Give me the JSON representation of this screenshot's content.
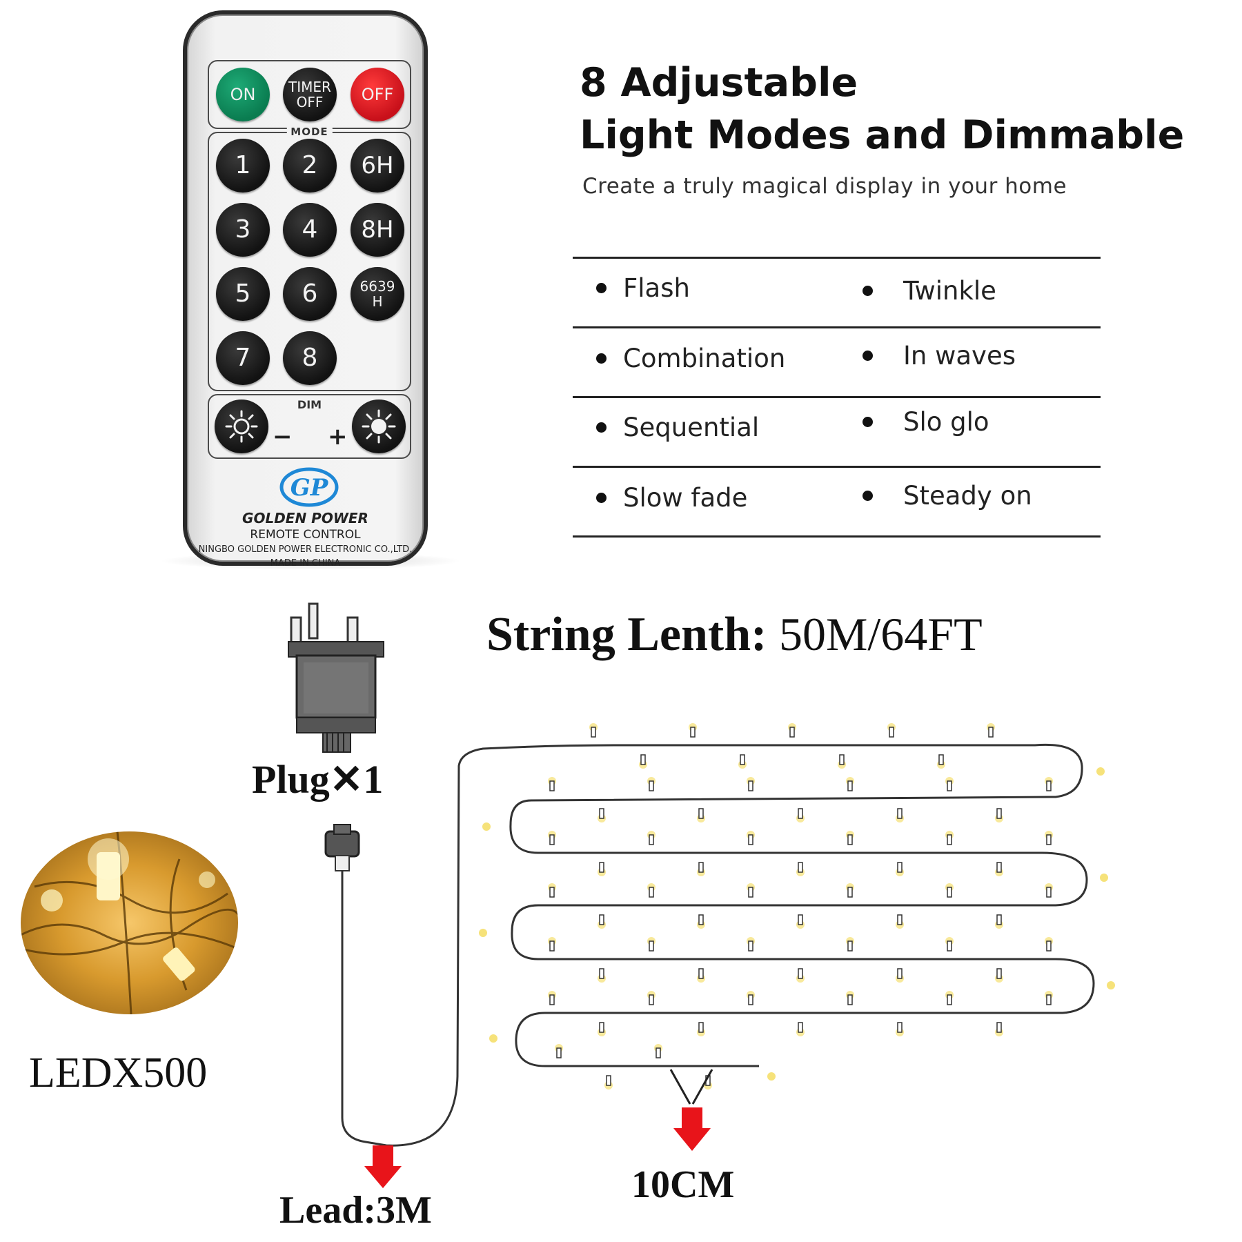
{
  "remote": {
    "top_buttons": [
      {
        "label": "ON",
        "color": "#0f8f5f"
      },
      {
        "label_line1": "TIMER",
        "label_line2": "OFF"
      },
      {
        "label": "OFF",
        "color": "#e01b24"
      }
    ],
    "mode_label": "MODE",
    "mode_buttons": [
      "1",
      "2",
      "3",
      "4",
      "5",
      "6",
      "7",
      "8"
    ],
    "timer_buttons": [
      {
        "label": "6H"
      },
      {
        "label": "8H"
      },
      {
        "label_line1": "6639",
        "label_line2": "H"
      }
    ],
    "dim_label": "DIM",
    "dim_minus": "−",
    "dim_plus": "+",
    "logo_text": "GP",
    "brand_line1": "GOLDEN POWER",
    "brand_line2": "REMOTE CONTROL",
    "brand_line3": "NINGBO GOLDEN POWER ELECTRONIC CO.,LTD.",
    "brand_line4": "MADE IN CHINA",
    "logo_color": "#1e88d6"
  },
  "heading": {
    "title_line1": "8 Adjustable",
    "title_line2": "Light Modes and Dimmable",
    "subtitle": "Create a truly magical display in your home"
  },
  "modes": {
    "left": [
      "Flash",
      "Combination",
      "Sequential",
      "Slow fade"
    ],
    "right": [
      "Twinkle",
      "In waves",
      "Slo glo",
      "Steady on"
    ]
  },
  "string_info": {
    "label": "String Lenth:",
    "value": "50M/64FT",
    "plug_label": "Plug✕1",
    "led_label": "LEDX500",
    "lead_label": "Lead:3M",
    "spacing_label": "10CM",
    "arrow_color": "#e8141a",
    "led_color": "#f6e27a"
  }
}
